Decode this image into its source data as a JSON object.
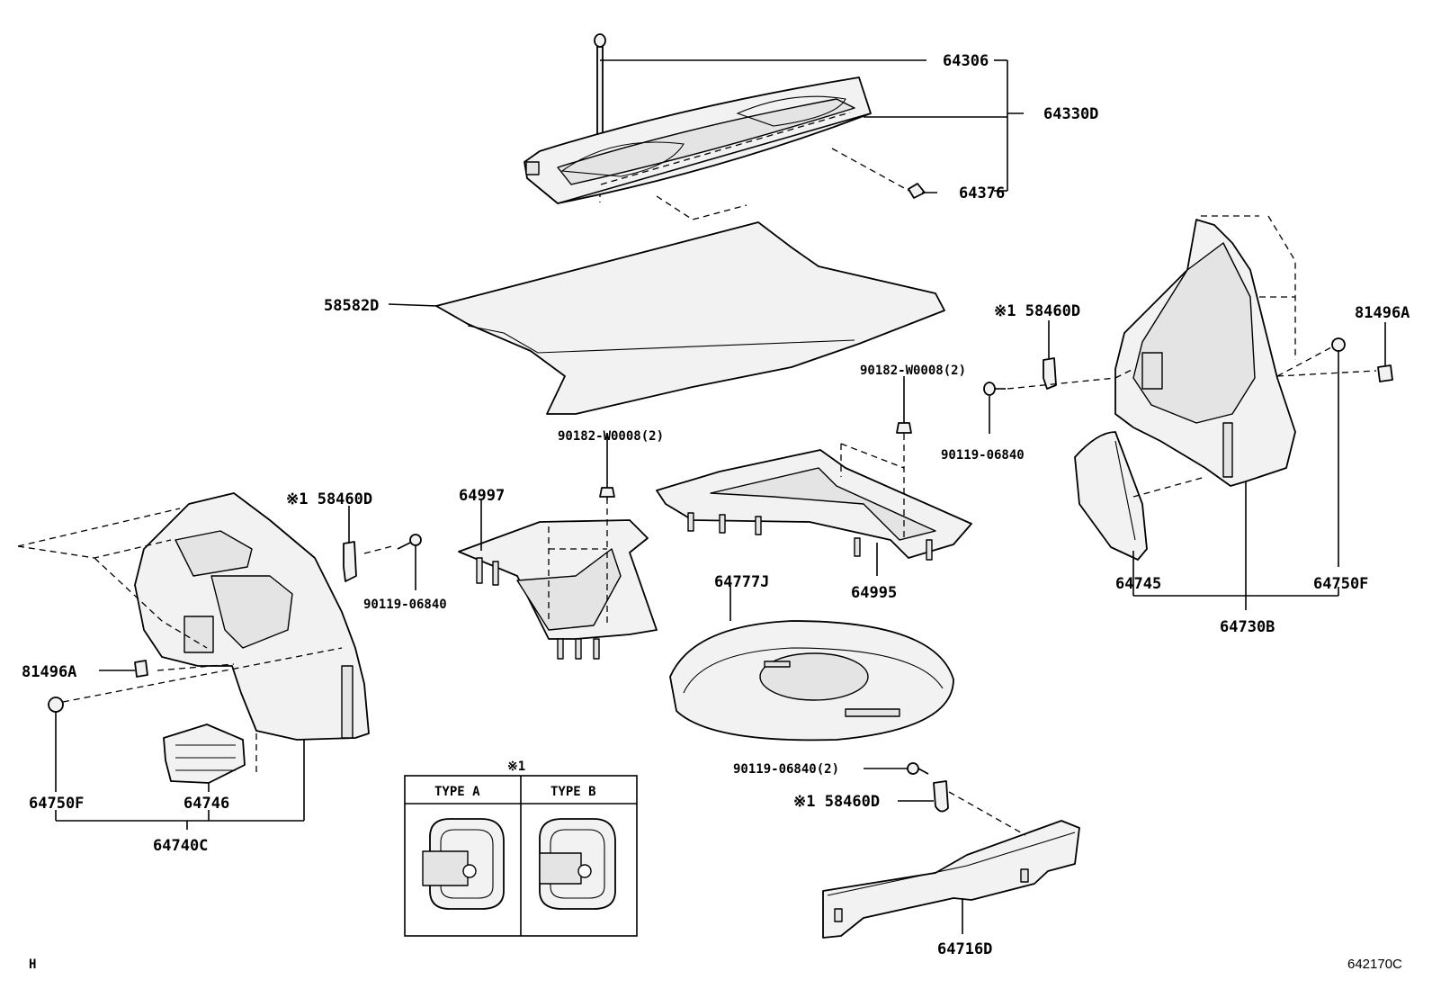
{
  "diagram": {
    "parts": {
      "p64306": "64306",
      "p64330D": "64330D",
      "p64376": "64376",
      "p58582D": "58582D",
      "p58460D_right": "※1 58460D",
      "p81496A_right": "81496A",
      "p90182_right": "90182-W0008(2)",
      "p90119_right": "90119-06840",
      "p90182_center": "90182-W0008(2)",
      "p64997": "64997",
      "p58460D_left": "※1 58460D",
      "p90119_left": "90119-06840",
      "p64995": "64995",
      "p64777J": "64777J",
      "p64745": "64745",
      "p64750F_right": "64750F",
      "p64730B": "64730B",
      "p81496A_left": "81496A",
      "p64750F_left": "64750F",
      "p64746": "64746",
      "p64740C": "64740C",
      "p90119_bottom": "90119-06840(2)",
      "p58460D_bottom": "※1 58460D",
      "p64716D": "64716D"
    },
    "inset": {
      "title": "※1",
      "type_a": "TYPE A",
      "type_b": "TYPE B"
    },
    "corner_left": "H",
    "figure_code": "642170C"
  }
}
